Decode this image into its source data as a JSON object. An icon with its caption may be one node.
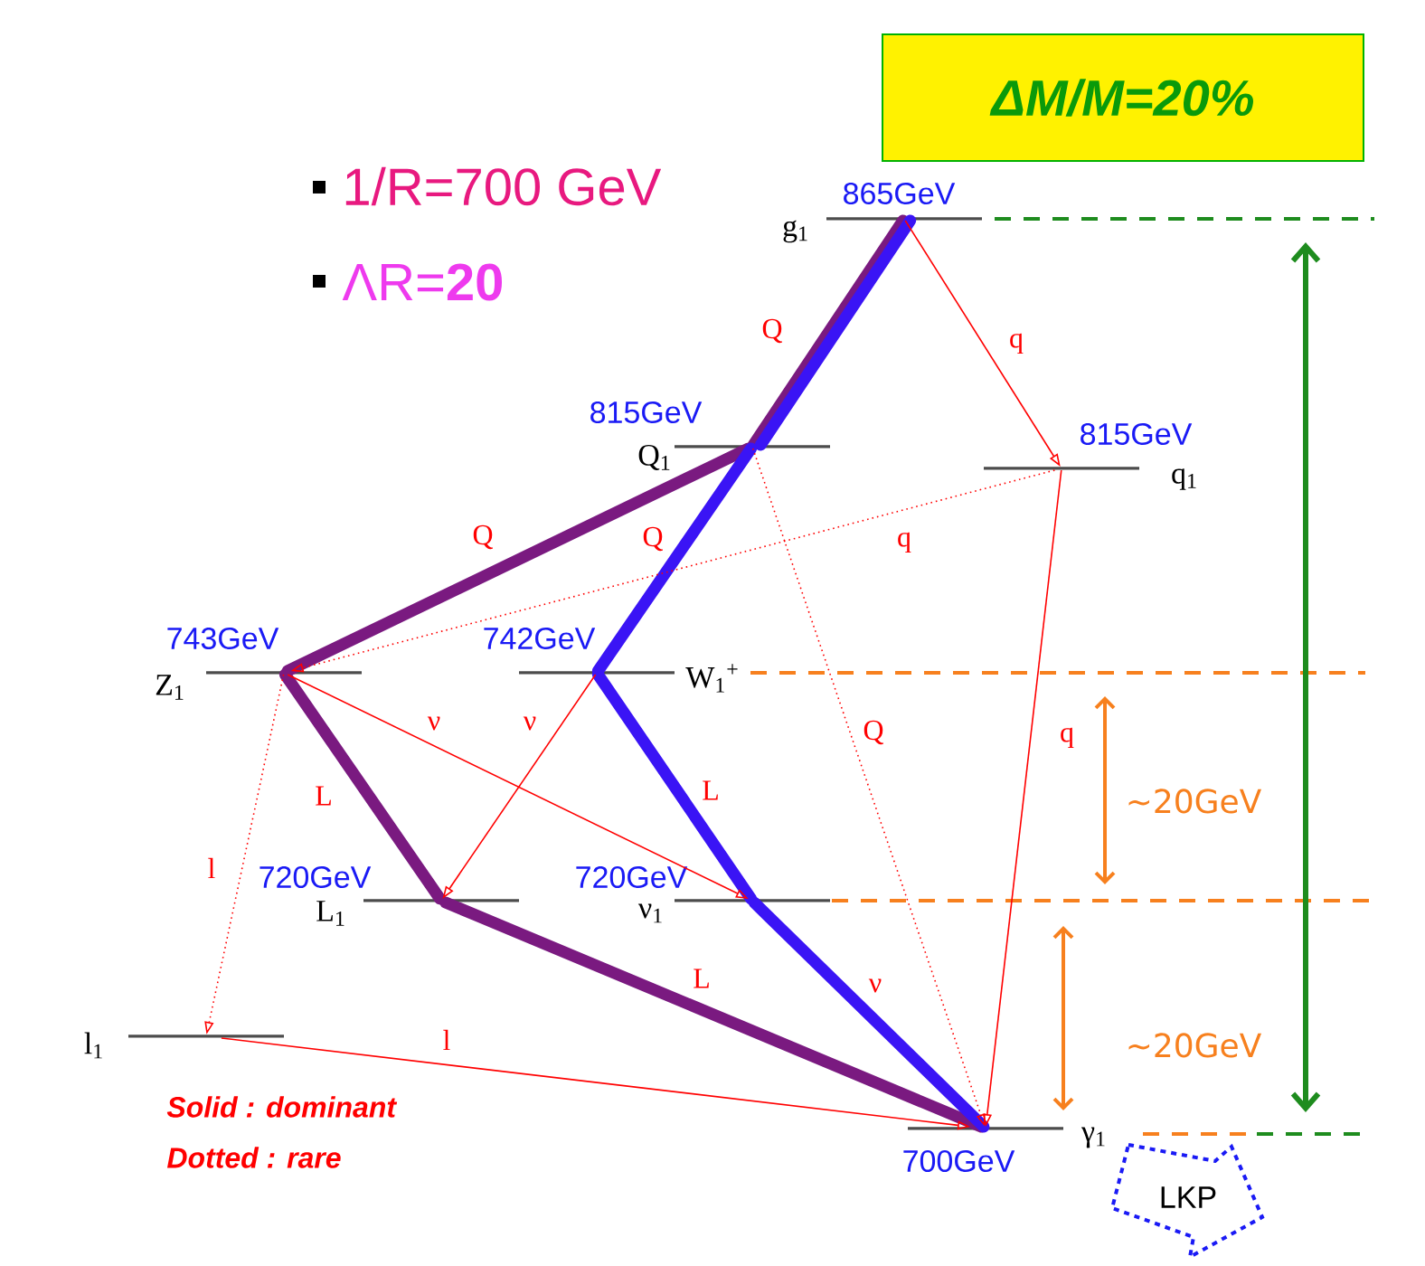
{
  "diagram": {
    "nodes": [
      {
        "text": [
          "ΔM/M=20%"
        ]
      },
      {
        "text": [
          "g$_{1}$"
        ],
        "beside": [
          "865GeV"
        ]
      },
      {
        "text": [
          "Q$_{1}$"
        ],
        "beside": [
          "815GeV"
        ]
      },
      {
        "text": [
          "q$_{1}$"
        ],
        "beside": [
          "815GeV"
        ]
      },
      {
        "text": [
          "Z$_{1}$"
        ],
        "beside": [
          "743GeV"
        ]
      },
      {
        "text": [
          "W$_{1}$$^{+}$"
        ],
        "beside": [
          "742GeV"
        ]
      },
      {
        "text": [
          "L$_{1}$"
        ],
        "beside": [
          "720GeV"
        ]
      },
      {
        "text": [
          "ν$_{1}$"
        ],
        "beside": [
          "720GeV"
        ]
      },
      {
        "text": [
          "l$_{1}$"
        ]
      },
      {
        "text": [
          "γ$_{1}$"
        ],
        "beside": [
          "700GeV"
        ]
      },
      {
        "text": [
          "LKP"
        ]
      }
    ],
    "edges": [
      {
        "from": 1,
        "to": 2,
        "arrow": "none",
        "label": "Q",
        "style": "thick",
        "color": "#7a1a80"
      },
      {
        "from": 1,
        "to": 2,
        "arrow": "none",
        "style": "thick",
        "color": "#3a14f5"
      },
      {
        "from": 2,
        "to": 4,
        "arrow": "none",
        "label": "Q",
        "style": "thick",
        "color": "#7a1a80"
      },
      {
        "from": 2,
        "to": 5,
        "arrow": "none",
        "label": "Q",
        "style": "thick",
        "color": "#3a14f5"
      },
      {
        "from": 4,
        "to": 6,
        "arrow": "none",
        "label": "L",
        "style": "thick",
        "color": "#7a1a80"
      },
      {
        "from": 5,
        "to": 7,
        "arrow": "none",
        "label": "L",
        "style": "thick",
        "color": "#3a14f5"
      },
      {
        "from": 6,
        "to": 9,
        "arrow": "none",
        "label": "L",
        "style": "thick",
        "color": "#7a1a80"
      },
      {
        "from": 7,
        "to": 9,
        "arrow": "none",
        "label": "ν",
        "style": "thick",
        "color": "#3a14f5"
      },
      {
        "from": 1,
        "to": 3,
        "arrow": "to",
        "label": "q"
      },
      {
        "from": 3,
        "to": 9,
        "arrow": "to",
        "label": "q"
      },
      {
        "from": 3,
        "to": 4,
        "arrow": "to",
        "label": "q",
        "style": "dashed"
      },
      {
        "from": 2,
        "to": 9,
        "arrow": "to",
        "label": "Q",
        "style": "dashed"
      },
      {
        "from": 4,
        "to": 7,
        "arrow": "to",
        "label": "ν"
      },
      {
        "from": 5,
        "to": 6,
        "arrow": "to",
        "label": "ν"
      },
      {
        "from": 4,
        "to": 8,
        "arrow": "to",
        "label": "l",
        "style": "dashed"
      },
      {
        "from": 8,
        "to": 9,
        "arrow": "to",
        "label": "l"
      }
    ],
    "labels": [
      "1/R=700 GeV",
      "ΛR=**20**",
      "∼20GeV",
      "∼20GeV",
      "Solid : dominant",
      "Dotted : rare"
    ]
  }
}
